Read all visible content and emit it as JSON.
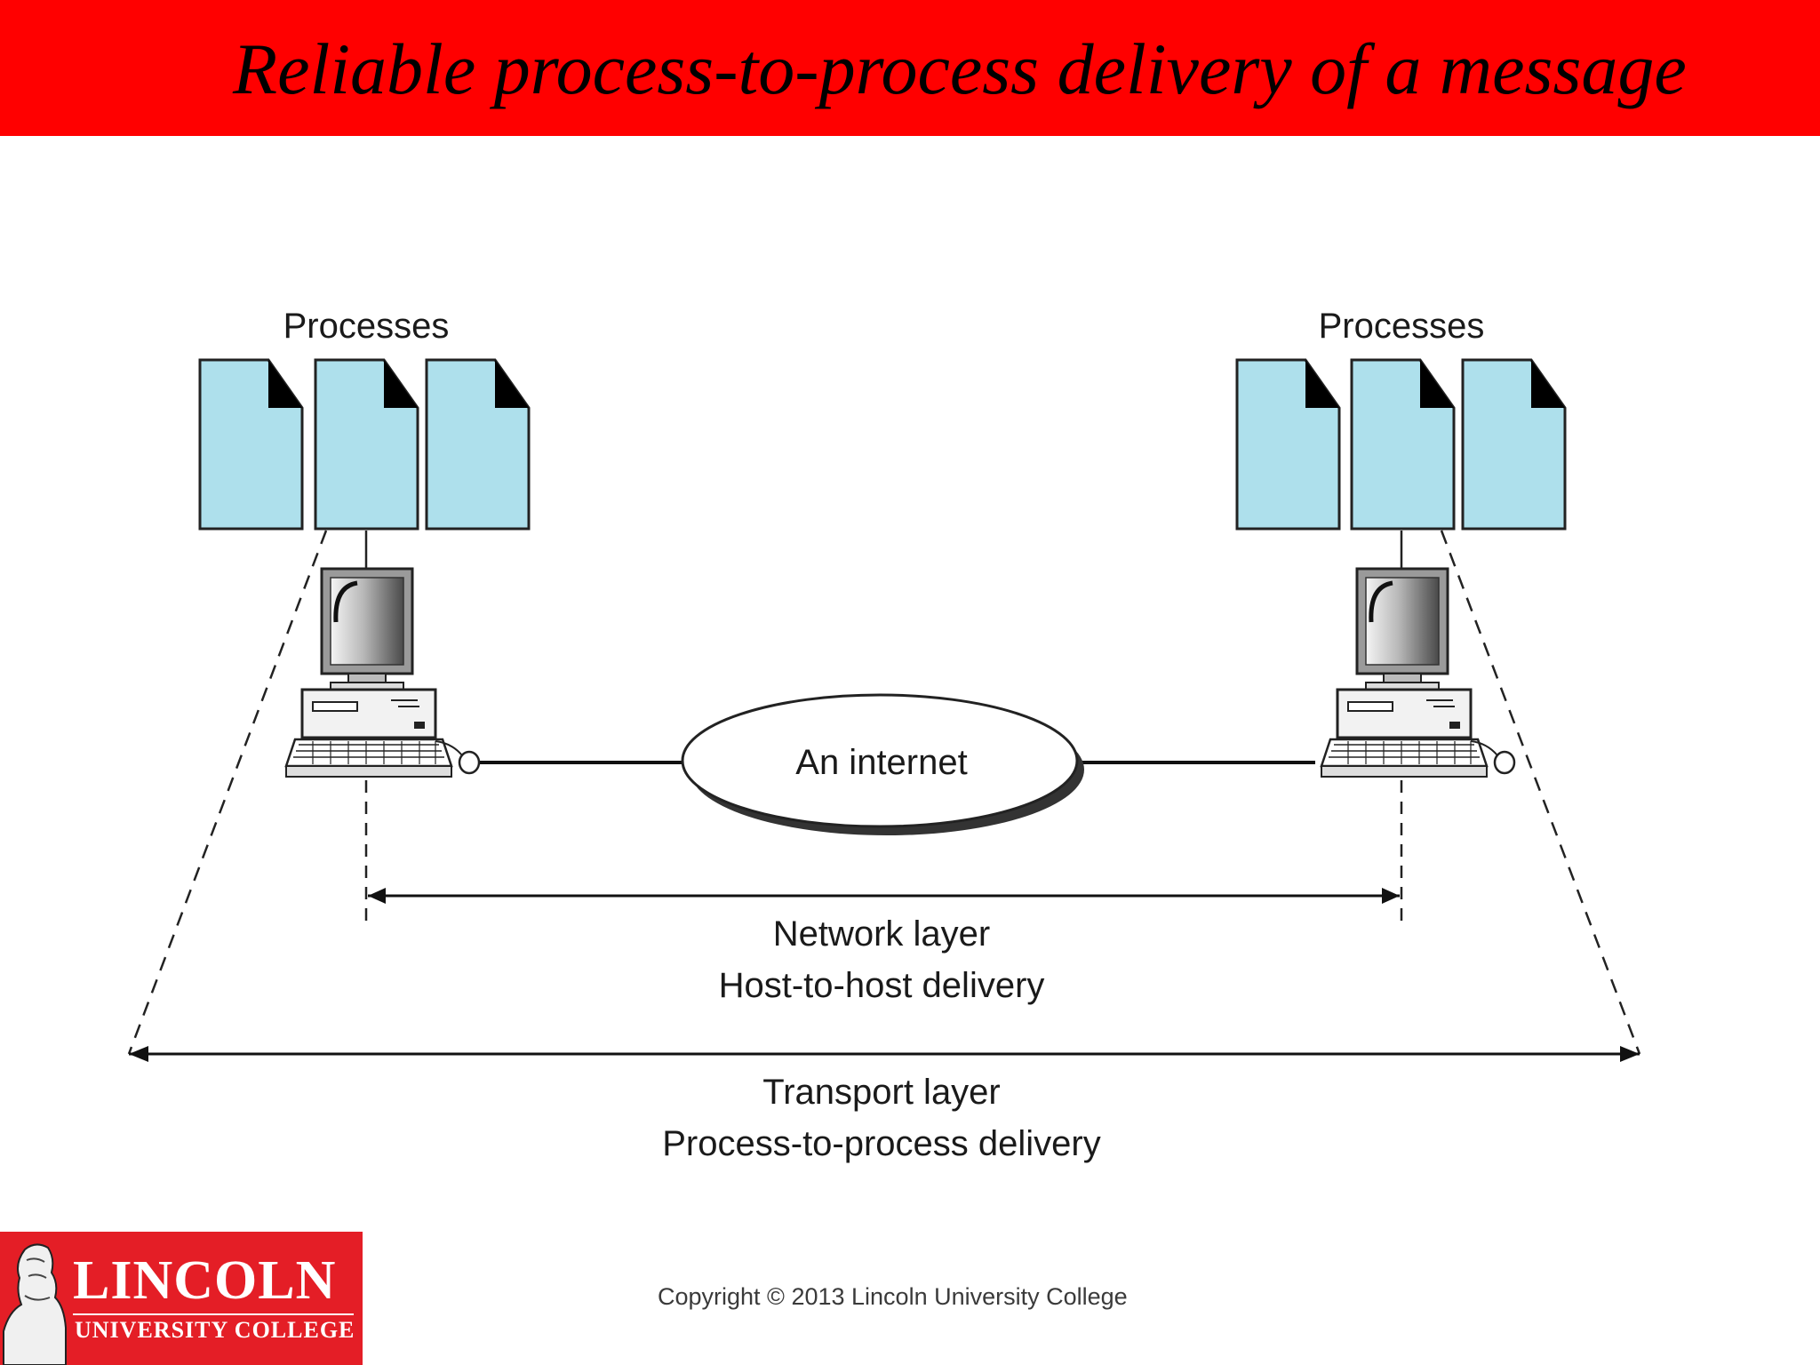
{
  "title": "Reliable process-to-process delivery of a message",
  "diagram": {
    "left_host": {
      "processes_label": "Processes"
    },
    "right_host": {
      "processes_label": "Processes"
    },
    "cloud_label": "An internet",
    "network_layer": {
      "line1": "Network layer",
      "line2": "Host-to-host delivery"
    },
    "transport_layer": {
      "line1": "Transport layer",
      "line2": "Process-to-process delivery"
    }
  },
  "footer": {
    "logo": {
      "name": "LINCOLN",
      "subtitle": "UNIVERSITY COLLEGE"
    },
    "copyright": "Copyright © 2013 Lincoln University College"
  },
  "colors": {
    "title_bar": "#ff0000",
    "process_fill": "#aee0ec",
    "logo_bg": "#e41e26"
  }
}
